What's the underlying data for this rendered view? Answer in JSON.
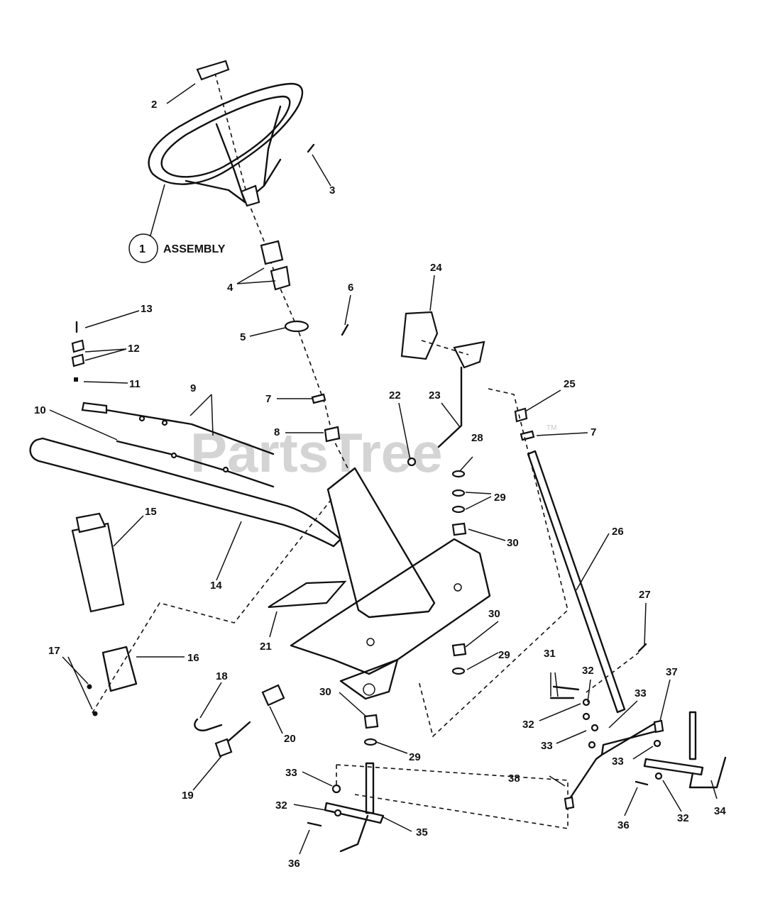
{
  "watermark": {
    "text": "PartsTree",
    "tm": "TM"
  },
  "assembly": {
    "number": "1",
    "label": "ASSEMBLY"
  },
  "callouts": {
    "c2": "2",
    "c3": "3",
    "c4": "4",
    "c5": "5",
    "c6": "6",
    "c7a": "7",
    "c7b": "7",
    "c8": "8",
    "c9": "9",
    "c10": "10",
    "c11": "11",
    "c12": "12",
    "c13": "13",
    "c14": "14",
    "c15": "15",
    "c16": "16",
    "c17": "17",
    "c18": "18",
    "c19": "19",
    "c20": "20",
    "c21": "21",
    "c22": "22",
    "c23": "23",
    "c24": "24",
    "c25": "25",
    "c26": "26",
    "c27": "27",
    "c28": "28",
    "c29a": "29",
    "c29b": "29",
    "c29c": "29",
    "c30a": "30",
    "c30b": "30",
    "c30c": "30",
    "c31": "31",
    "c32a": "32",
    "c32b": "32",
    "c32c": "32",
    "c32d": "32",
    "c33a": "33",
    "c33b": "33",
    "c33c": "33",
    "c33d": "33",
    "c34": "34",
    "c35": "35",
    "c36a": "36",
    "c36b": "36",
    "c37": "37",
    "c38": "38"
  }
}
